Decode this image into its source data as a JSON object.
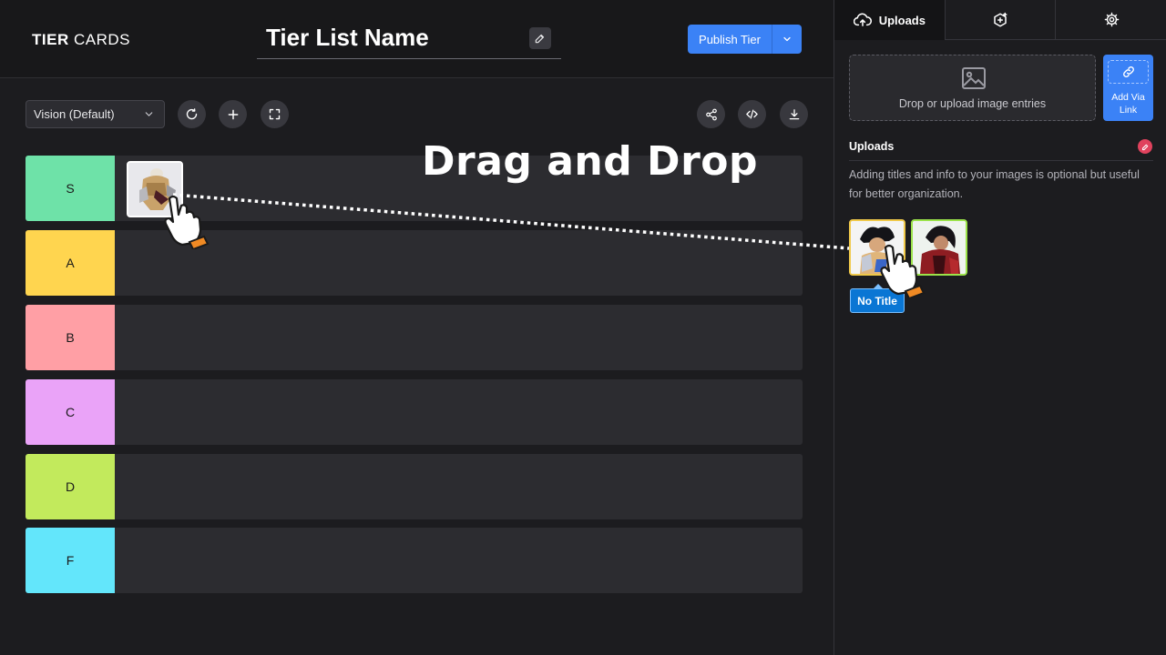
{
  "app": {
    "logo_bold": "TIER",
    "logo_light": "CARDS",
    "title": "Tier List Name",
    "publish_label": "Publish Tier"
  },
  "toolbar": {
    "preset_value": "Vision (Default)",
    "buttons": [
      "reset-icon",
      "plus-icon",
      "fullscreen-icon"
    ],
    "right_buttons": [
      "share-icon",
      "code-icon",
      "download-icon"
    ]
  },
  "tiers": [
    {
      "label": "S",
      "color": "#6ee2a8"
    },
    {
      "label": "A",
      "color": "#ffd54f"
    },
    {
      "label": "B",
      "color": "#ff9fa5"
    },
    {
      "label": "C",
      "color": "#eaa3f8"
    },
    {
      "label": "D",
      "color": "#c2ea5c"
    },
    {
      "label": "F",
      "color": "#63e6fb"
    }
  ],
  "overlay": {
    "caption": "Drag and Drop"
  },
  "panel": {
    "tabs": [
      {
        "label": "Uploads",
        "icon": "cloud-upload-icon",
        "active": true
      },
      {
        "label": "",
        "icon": "box-plus-icon",
        "active": false
      },
      {
        "label": "",
        "icon": "gear-icon",
        "active": false
      }
    ],
    "dropzone_text": "Drop or upload image entries",
    "add_link_label": "Add Via Link",
    "uploads_heading": "Uploads",
    "uploads_description": "Adding titles and info to your images is optional but useful for better organization.",
    "tooltip": "No Title"
  },
  "colors": {
    "accent": "#3b82f6",
    "danger": "#e0425d",
    "tooltip": "#0a76d4"
  }
}
